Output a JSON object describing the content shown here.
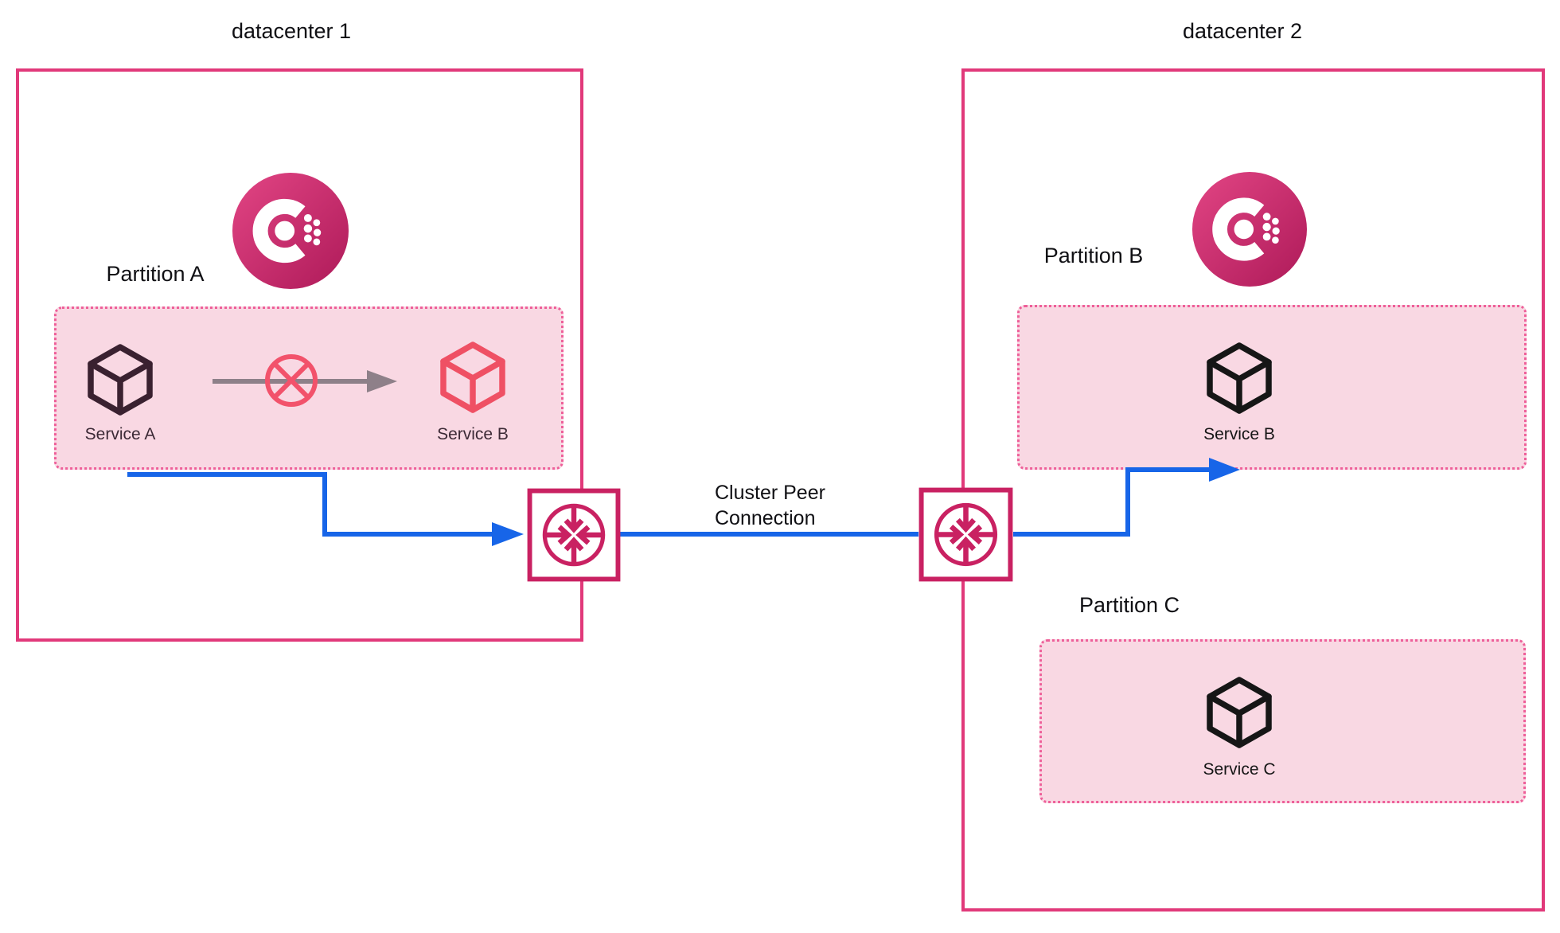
{
  "colors": {
    "datacenter-border": "#e1397a",
    "partition-border": "#ee5f99",
    "partition-fill": "#f9d8e3",
    "gateway": "#c92162",
    "service-a": "#3a2130",
    "service-b-dc1": "#ef5064",
    "service-dark": "#161616",
    "blocked-line": "#8e8089",
    "blocked-cross": "#f2526b",
    "traffic-blue": "#1765e8",
    "logo-grad-1": "#e24584",
    "logo-grad-2": "#ae1a59",
    "text": "#101014",
    "service-label-dc1": "#3c2a36"
  },
  "datacenter1": {
    "label": "datacenter 1",
    "logo_icon": "consul-logo",
    "partition": {
      "label": "Partition A",
      "service_a": {
        "name": "Service A"
      },
      "service_b": {
        "name": "Service B"
      },
      "blocked_traffic_icon": "blocked-traffic-arrow"
    }
  },
  "datacenter2": {
    "label": "datacenter 2",
    "logo_icon": "consul-logo",
    "partition_b": {
      "label": "Partition B",
      "service": {
        "name": "Service B"
      }
    },
    "partition_c": {
      "label": "Partition C",
      "service": {
        "name": "Service C"
      }
    }
  },
  "connection": {
    "line1": "Cluster Peer",
    "line2": "Connection",
    "gateway_icon": "mesh-gateway",
    "traffic_icon": "allowed-traffic-arrow"
  }
}
